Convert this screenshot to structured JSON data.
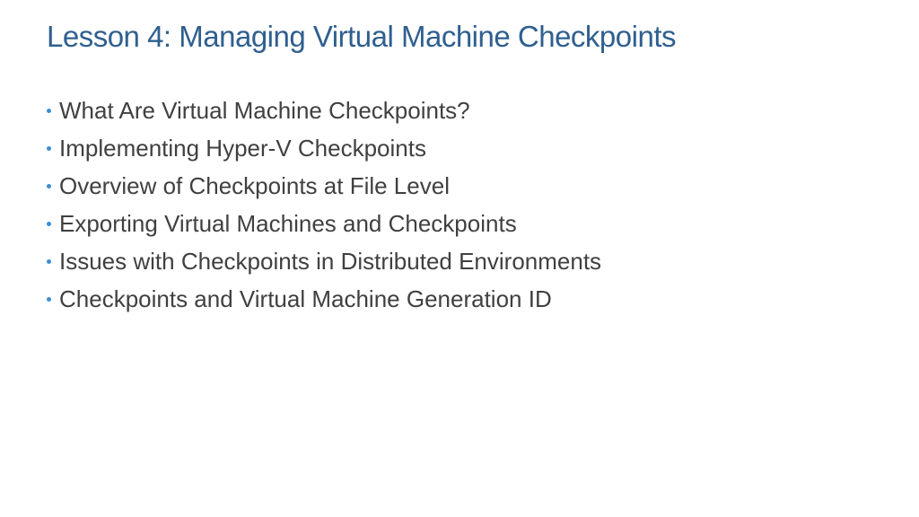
{
  "title": "Lesson 4: Managing Virtual Machine Checkpoints",
  "bullets": [
    "What Are Virtual Machine Checkpoints?",
    "Implementing Hyper-V Checkpoints",
    "Overview of Checkpoints at File Level",
    "Exporting Virtual Machines and Checkpoints",
    "Issues with Checkpoints in Distributed Environments",
    "Checkpoints and Virtual Machine Generation ID"
  ],
  "colors": {
    "title": "#2f5f8f",
    "bullet_text": "#404040",
    "bullet_dot": "#3a8fd6",
    "background": "#ffffff"
  }
}
